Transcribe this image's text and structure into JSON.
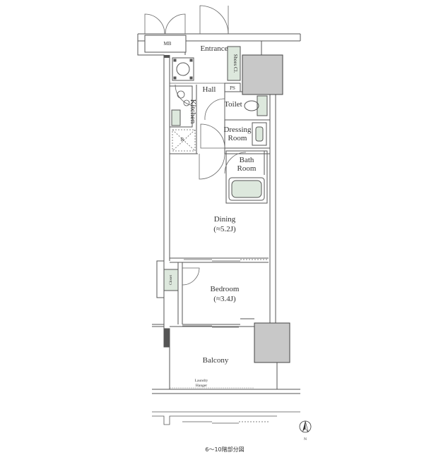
{
  "labels": {
    "mb": "MB",
    "entrance": "Entrance",
    "shoes_closet": "Shoes Cl.",
    "hall": "Hall",
    "ps": "PS",
    "kitchen": "Kitchen",
    "toilet": "Toilet",
    "dressing_1": "Dressing",
    "dressing_2": "Room",
    "bath_1": "Bath",
    "bath_2": "Room",
    "fridge": "R",
    "dining": "Dining",
    "dining_area": "(≈5.2J)",
    "closet": "Closet",
    "bedroom": "Bedroom",
    "bedroom_area": "(≈3.4J)",
    "balcony": "Balcony",
    "laundry_1": "Laundry",
    "laundry_2": "Hanger",
    "north": "N",
    "caption": "6～10階部分図"
  },
  "colors": {
    "wall": "#555555",
    "fixture_fill": "#dde8dd",
    "column_fill": "#c8c8c8",
    "line": "#666666"
  }
}
